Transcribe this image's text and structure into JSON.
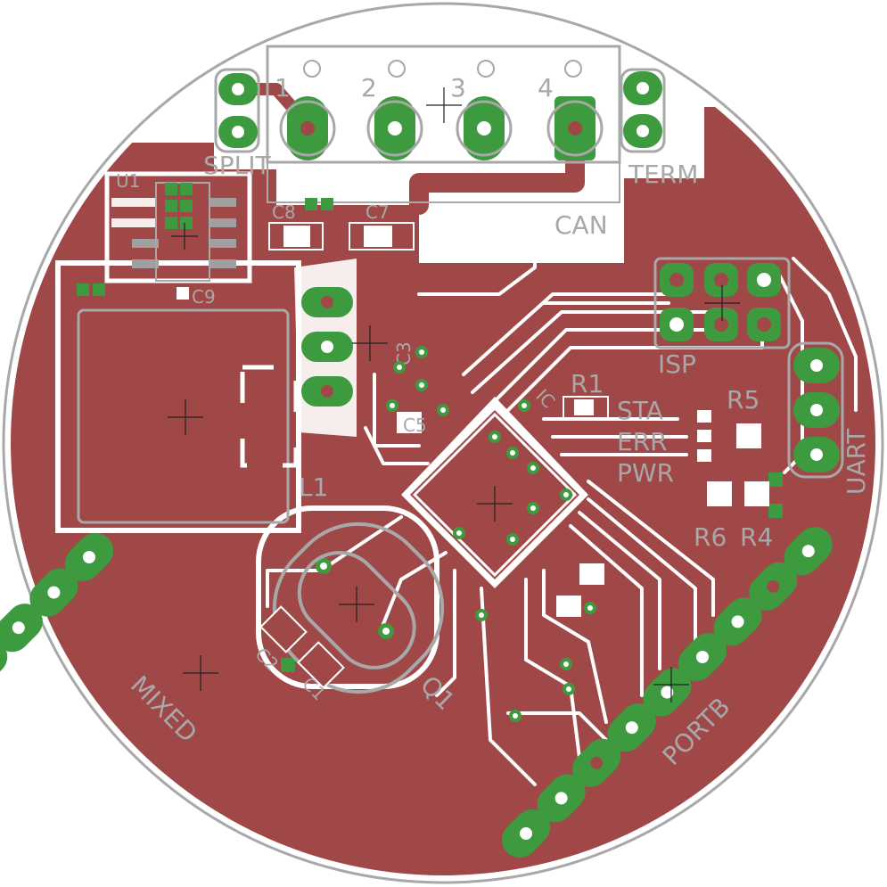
{
  "colors": {
    "copper": "#a04848",
    "pad": "#3e9a3e",
    "silkscreen": "#a8a8a8",
    "background": "#ffffff"
  },
  "labels": {
    "split": "SPLIT",
    "term": "TERM",
    "can": "CAN",
    "u1": "U1",
    "c8": "C8",
    "c7": "C7",
    "c9": "C9",
    "c3": "C3",
    "c5": "C5",
    "c2": "C2",
    "c1": "C1",
    "l1": "L1",
    "isp": "ISP",
    "uart": "UART",
    "r1": "R1",
    "r5": "R5",
    "r6": "R6",
    "r4": "R4",
    "sta": "STA",
    "err": "ERR",
    "pwr": "PWR",
    "mixed": "MIXED",
    "portb": "PORTB",
    "q1": "Q1",
    "ic": "IC"
  },
  "connector_can_pins": [
    "1",
    "2",
    "3",
    "4"
  ]
}
